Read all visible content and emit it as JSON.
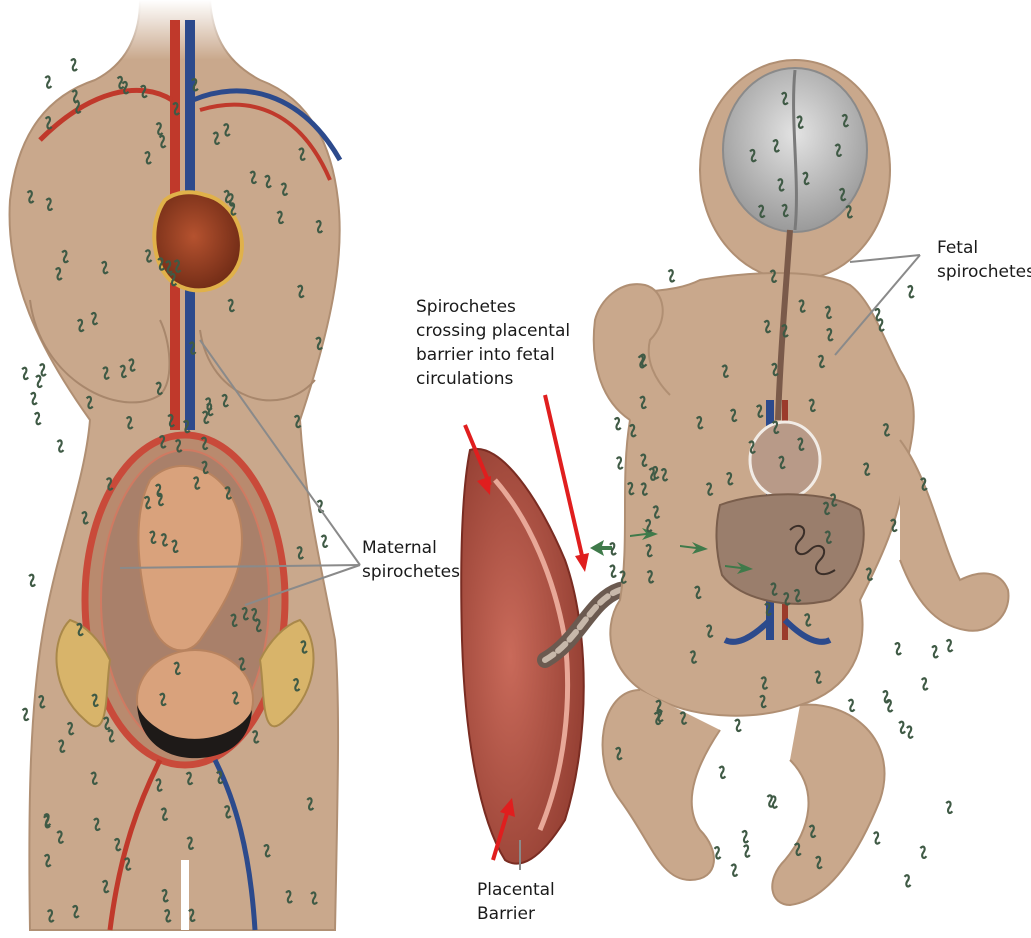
{
  "diagram": {
    "labels": {
      "fetal": [
        "Fetal",
        "spirochetes"
      ],
      "crossing": [
        "Spirochetes",
        "crossing placental",
        "barrier into fetal",
        "circulations"
      ],
      "maternal": [
        "Maternal",
        "spirochetes"
      ],
      "placental": [
        "Placental",
        "Barrier"
      ]
    },
    "colors": {
      "skin": "#c9a88c",
      "skin_edge": "#b08f73",
      "spirochete": "#3f5a45",
      "artery": "#c0392b",
      "vein": "#2c4a8c",
      "arrow": "#e01e1e",
      "leader": "#8a8a8a",
      "brain": "#bdbdbd",
      "green_arrow": "#3f7a4a"
    }
  }
}
